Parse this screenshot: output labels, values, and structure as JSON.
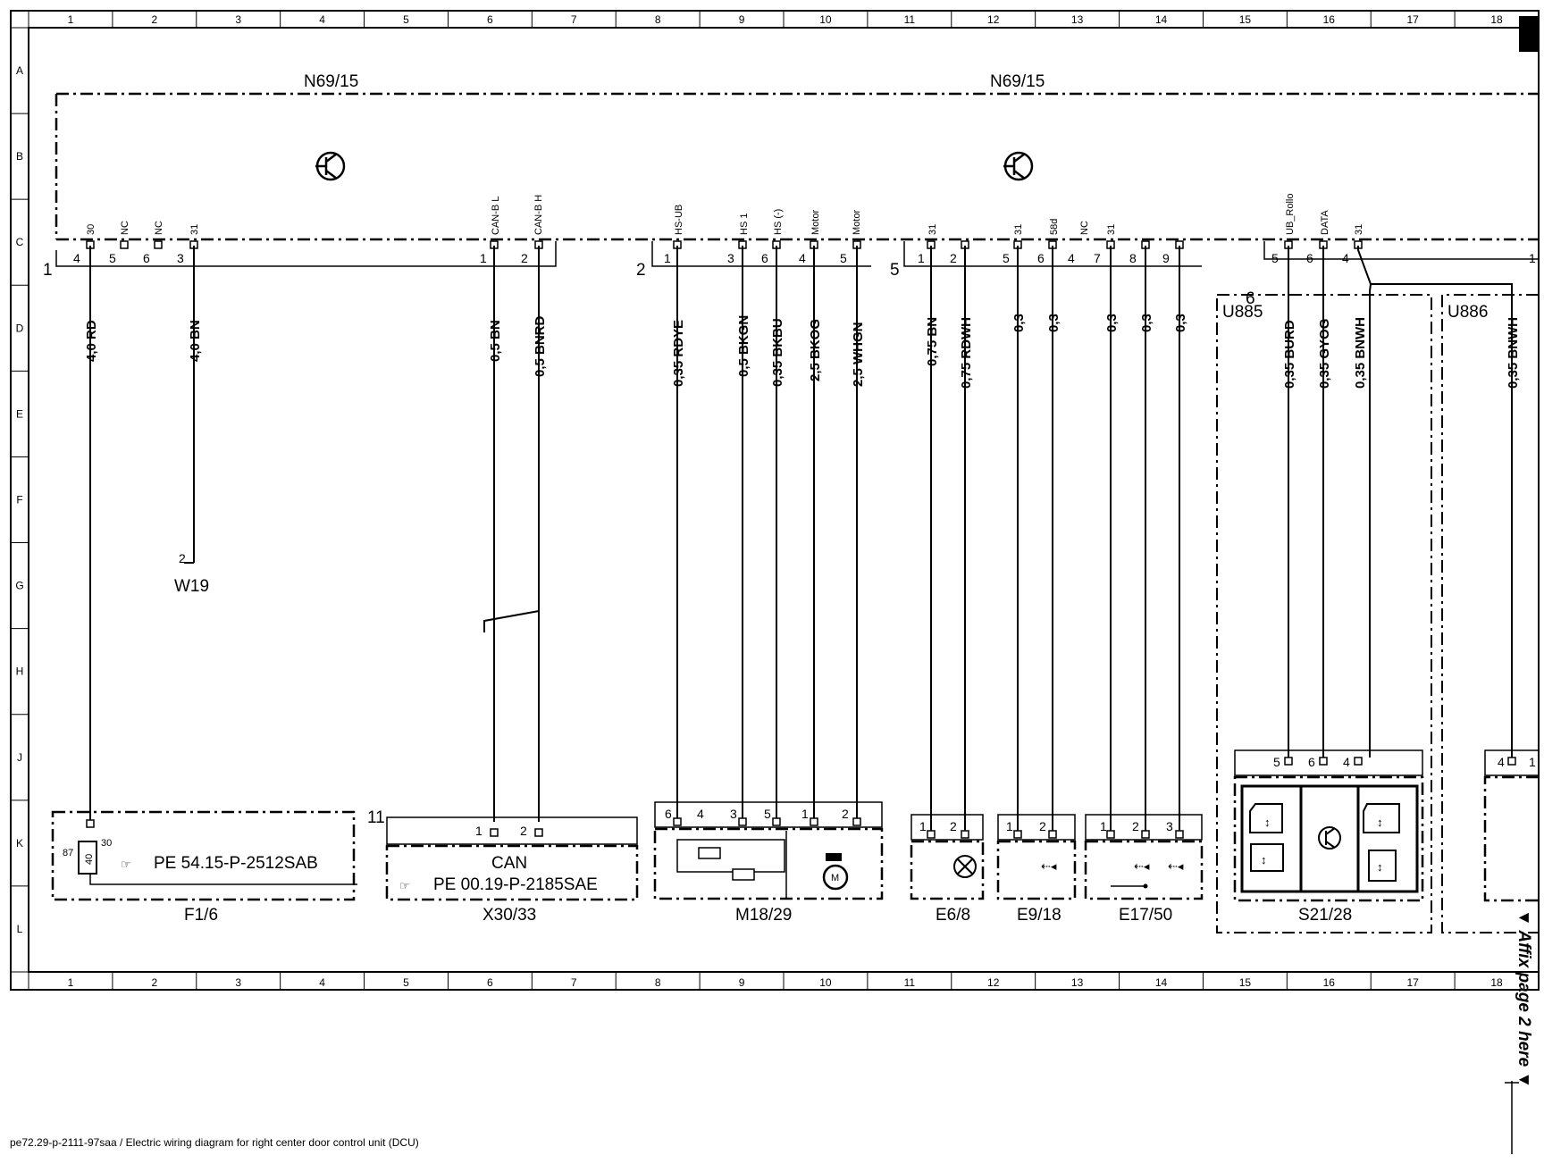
{
  "grid": {
    "columns": [
      "1",
      "2",
      "3",
      "4",
      "5",
      "6",
      "7",
      "8",
      "9",
      "10",
      "11",
      "12",
      "13",
      "14",
      "15",
      "16",
      "17",
      "18"
    ],
    "bottom_columns": [
      "1",
      "2",
      "3",
      "4",
      "5",
      "6",
      "7",
      "8",
      "9",
      "10",
      "11",
      "12",
      "13",
      "14",
      "15",
      "16",
      "17",
      "18"
    ],
    "rows": [
      "A",
      "B",
      "C",
      "D",
      "E",
      "F",
      "G",
      "H",
      "J",
      "K",
      "L"
    ]
  },
  "module": {
    "left_label": "N69/15",
    "right_label": "N69/15"
  },
  "connectors": {
    "c1": {
      "number": "1",
      "pins": [
        "4",
        "5",
        "6",
        "3",
        "1",
        "2"
      ],
      "signals": [
        "30",
        "NC",
        "NC",
        "31",
        "CAN-B L",
        "CAN-B H"
      ]
    },
    "c2": {
      "number": "2",
      "pins": [
        "1",
        "3",
        "6",
        "4",
        "5"
      ],
      "signals": [
        "HS-UB",
        "HS 1",
        "HS (-)",
        "Motor",
        "Motor"
      ]
    },
    "c5": {
      "number": "5",
      "pins": [
        "1",
        "2",
        "5",
        "6",
        "4",
        "7",
        "8",
        "9"
      ],
      "signals": [
        "31",
        "31",
        "58d",
        "NC",
        "31"
      ]
    },
    "c6": {
      "number": "6",
      "pins": [
        "5",
        "6",
        "4",
        "1"
      ],
      "signals": [
        "UB_Rollo",
        "DATA",
        "31"
      ]
    }
  },
  "wires": [
    {
      "label": "4,0 RD"
    },
    {
      "label": "4,0 BN"
    },
    {
      "label": "0,5 BN"
    },
    {
      "label": "0,5 BNRD"
    },
    {
      "label": "0,35 RDYE"
    },
    {
      "label": "0,5 BKGN"
    },
    {
      "label": "0,35 BKBU"
    },
    {
      "label": "2,5 BKOG"
    },
    {
      "label": "2,5 WHGN"
    },
    {
      "label": "0,75 BN"
    },
    {
      "label": "0,75 RDWH"
    },
    {
      "label": "0,3"
    },
    {
      "label": "0,3"
    },
    {
      "label": "0,3"
    },
    {
      "label": "0,3"
    },
    {
      "label": "0,3"
    },
    {
      "label": "0,35 BURD"
    },
    {
      "label": "0,35 GYOG"
    },
    {
      "label": "0,35 BNWH"
    },
    {
      "label": "0,35 BNWH"
    }
  ],
  "w19": {
    "pin": "2",
    "label": "W19"
  },
  "components": {
    "f1_6": {
      "label": "F1/6",
      "ref": "PE 54.15-P-2512SAB",
      "pin87": "87",
      "pin40": "40",
      "pin30": "30"
    },
    "x30_33": {
      "label": "X30/33",
      "num": "11",
      "name": "CAN",
      "ref": "PE 00.19-P-2185SAE",
      "pins": [
        "1",
        "2"
      ]
    },
    "m18_29": {
      "label": "M18/29",
      "pins": [
        "6",
        "4",
        "3",
        "5",
        "1",
        "2"
      ],
      "motor": "M"
    },
    "e6_8": {
      "label": "E6/8",
      "pins": [
        "1",
        "2"
      ]
    },
    "e9_18": {
      "label": "E9/18",
      "pins": [
        "1",
        "2"
      ]
    },
    "e17_50": {
      "label": "E17/50",
      "pins": [
        "1",
        "2",
        "3"
      ]
    },
    "u885": {
      "label": "U885"
    },
    "u886": {
      "label": "U886"
    },
    "s21_28": {
      "label": "S21/28",
      "pins": [
        "5",
        "6",
        "4"
      ]
    },
    "s886": {
      "pins": [
        "4",
        "1"
      ]
    }
  },
  "affix_note": "▼ Affix page 2 here ▼",
  "footer": "pe72.29-p-2111-97saa / Electric wiring diagram for right center door control unit (DCU)"
}
